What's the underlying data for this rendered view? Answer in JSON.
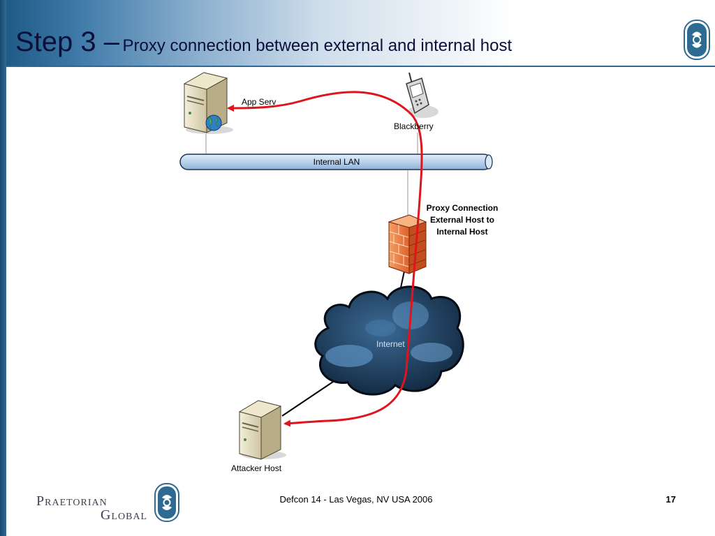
{
  "slide": {
    "title_main": "Step 3 –",
    "title_sub": "Proxy connection between external and internal host"
  },
  "diagram": {
    "nodes": {
      "app_server": "App Serv",
      "blackberry": "Blackberry",
      "internal_lan": "Internal LAN",
      "internet": "Internet",
      "attacker_host": "Attacker Host"
    },
    "annotation": [
      "Proxy Connection",
      "External Host to",
      "Internal Host"
    ]
  },
  "footer": {
    "logo_line1": "Praetorian",
    "logo_line2": "Global",
    "event": "Defcon 14 - Las Vegas, NV USA 2006",
    "page": "17"
  },
  "colors": {
    "title": "#0b0f3a",
    "header_blue": "#1d5883",
    "proxy_path": "#e0141c",
    "lan_pipe": "#b9d2ec",
    "firewall": "#f07a32",
    "cloud": "#17324e"
  },
  "icons": {
    "logo": "praetorian-emblem-icon",
    "server": "server-tower-icon",
    "globe": "globe-icon",
    "phone": "blackberry-phone-icon",
    "firewall": "firewall-brick-icon",
    "cloud": "internet-cloud-icon"
  }
}
